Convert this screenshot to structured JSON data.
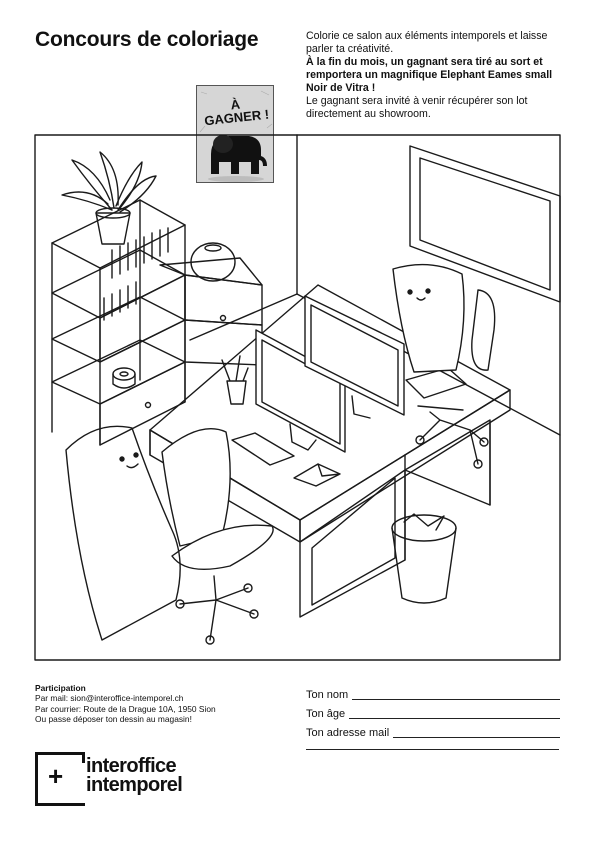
{
  "header": {
    "title": "Concours de coloriage",
    "intro_line1": "Colorie ce salon aux éléments intemporels et laisse parler ta créativité.",
    "intro_bold": "À la fin du mois, un gagnant sera tiré au sort et remportera un magnifique Elephant Eames small Noir de Vitra !",
    "intro_line2": "Le gagnant sera invité à venir récupérer son lot directement au showroom."
  },
  "prize_badge": {
    "line1": "À",
    "line2": "GAGNER !"
  },
  "participation": {
    "heading": "Participation",
    "mail": "Par mail: sion@interoffice-intemporel.ch",
    "courier": "Par courrier: Route de la Drague 10A, 1950 Sion",
    "drop": "Ou passe déposer ton dessin au magasin!"
  },
  "form": {
    "name_label": "Ton nom",
    "age_label": "Ton âge",
    "email_label": "Ton adresse mail"
  },
  "logo": {
    "symbol": "+",
    "line1": "interoffice",
    "line2": "intemporel"
  },
  "icons": {
    "logo_mark": "plus-bracket-icon",
    "prize": "elephant-icon"
  }
}
